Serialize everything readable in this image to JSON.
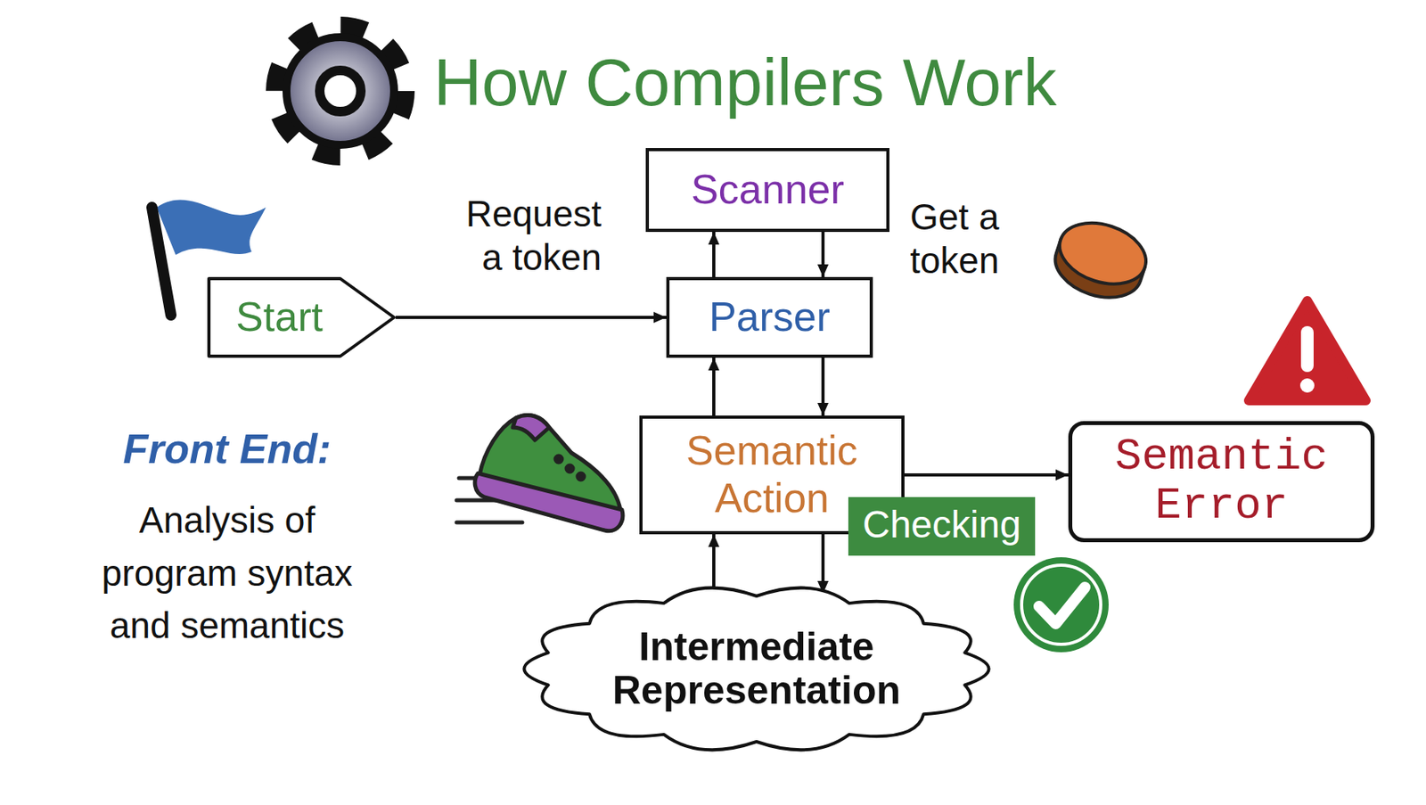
{
  "diagram": {
    "title": "How Compilers Work",
    "nodes": [
      {
        "text": [
          "Scanner"
        ]
      },
      {
        "text": [
          "Start"
        ]
      },
      {
        "text": [
          "Parser"
        ]
      },
      {
        "text": [
          "Semantic Action"
        ]
      },
      {
        "text": [
          "Semantic Error"
        ]
      },
      {
        "text": [
          "Intermediate Representation"
        ]
      }
    ],
    "edges": [
      {
        "from": 1,
        "to": 2,
        "arrow": "to"
      },
      {
        "from": 2,
        "to": 0,
        "label": "Request a token",
        "arrow": "to"
      },
      {
        "from": 0,
        "to": 2,
        "label": "Get a token",
        "arrow": "to"
      },
      {
        "from": 3,
        "to": 2,
        "arrow": "to"
      },
      {
        "from": 2,
        "to": 3,
        "arrow": "to"
      },
      {
        "from": 5,
        "to": 3,
        "arrow": "to"
      },
      {
        "from": 3,
        "to": 5,
        "arrow": "to"
      },
      {
        "from": 3,
        "to": 4,
        "label": "Checking",
        "arrow": "to"
      }
    ],
    "labels": [
      "Front End:",
      "Analysis of program syntax and semantics"
    ]
  }
}
